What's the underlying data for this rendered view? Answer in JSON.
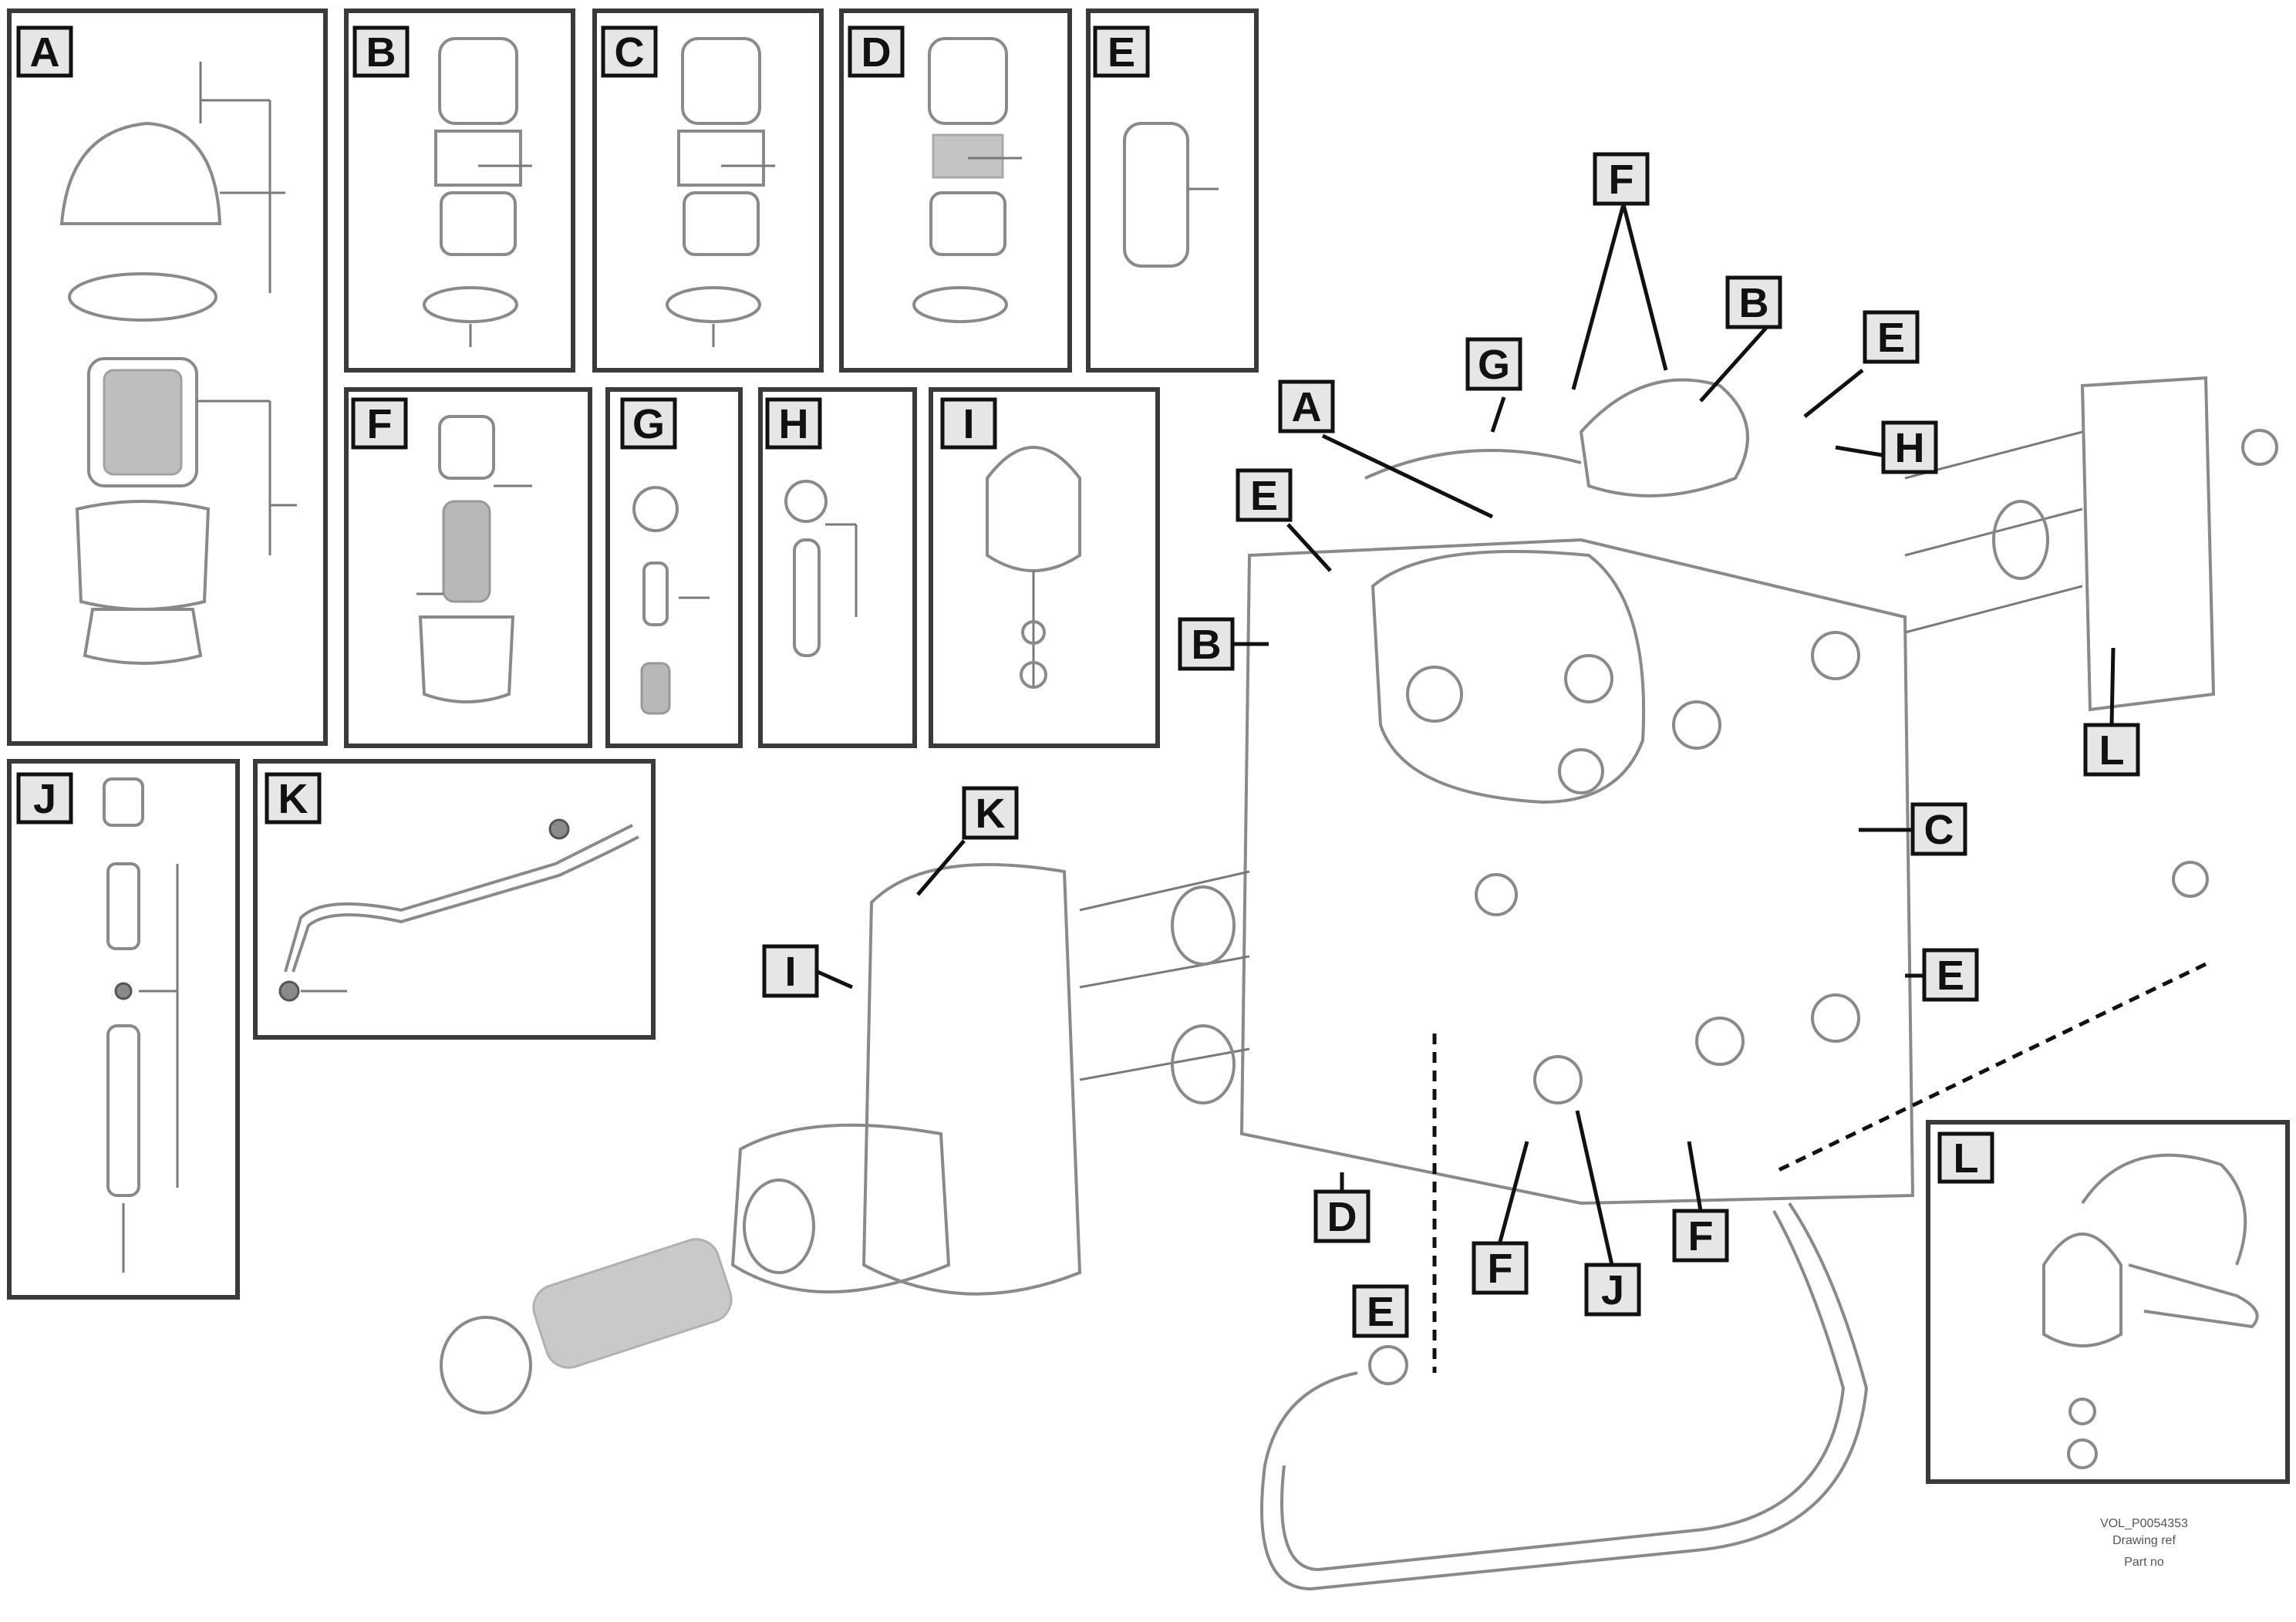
{
  "detail_labels": [
    "A",
    "B",
    "C",
    "D",
    "E",
    "F",
    "G",
    "H",
    "I",
    "J",
    "K",
    "L"
  ],
  "callouts": {
    "F_top": "F",
    "B_top": "B",
    "G": "G",
    "E_top": "E",
    "A": "A",
    "H": "H",
    "E_left": "E",
    "B_left": "B",
    "L": "L",
    "K": "K",
    "I": "I",
    "C": "C",
    "E_right": "E",
    "D": "D",
    "E_bottom": "E",
    "F_bot1": "F",
    "J": "J",
    "F_bot2": "F"
  },
  "footer": {
    "line1": "VOL_P0054353",
    "line2": "Drawing ref",
    "line3": "Part no"
  }
}
